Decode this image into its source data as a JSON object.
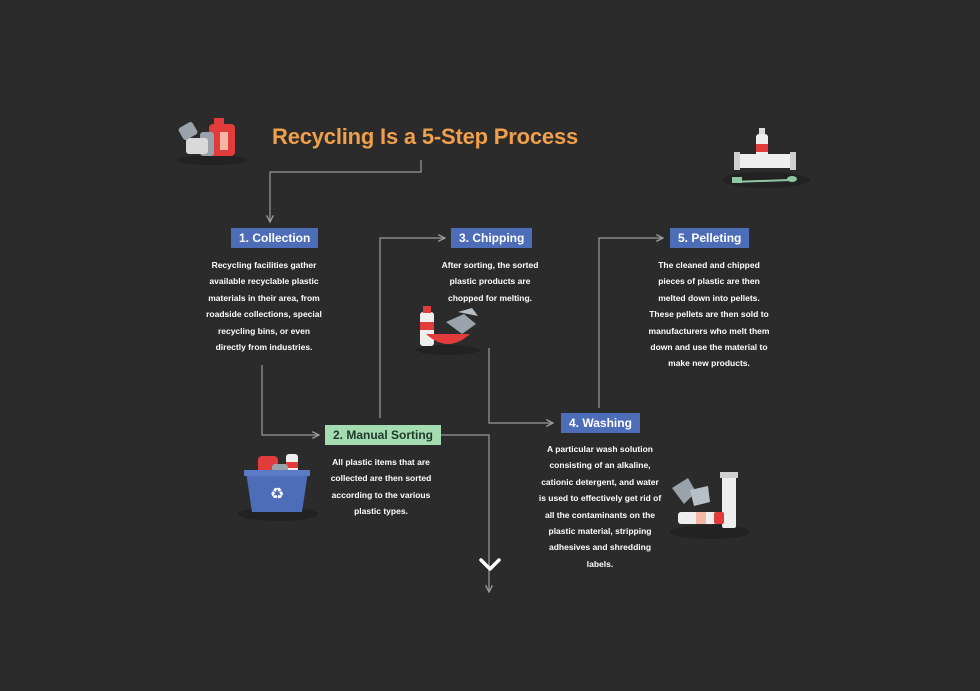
{
  "title": "Recycling Is a 5-Step Process",
  "colors": {
    "background": "#2b2b2b",
    "title": "#f0a04b",
    "step_blue": "#4d6db8",
    "step_green": "#a4dcb2",
    "connector": "#9a9a9a"
  },
  "steps": [
    {
      "label": "1. Collection",
      "description": "Recycling facilities gather available recyclable plastic materials in their area, from roadside collections, special recycling bins, or even directly from industries.",
      "icon": "plastic-bottles-icon"
    },
    {
      "label": "2. Manual Sorting",
      "description": "All plastic items that are collected are then sorted according to the various plastic types.",
      "icon": "recycling-bin-icon"
    },
    {
      "label": "3. Chipping",
      "description": "After sorting, the sorted plastic products are chopped for melting.",
      "icon": "plastic-bowl-icon"
    },
    {
      "label": "4. Washing",
      "description": "A particular wash solution consisting of an alkaline, cationic detergent, and water is used to effectively get rid of all the contaminants on the plastic material, stripping adhesives and shredding labels.",
      "icon": "plastic-pieces-icon"
    },
    {
      "label": "5. Pelleting",
      "description": "The cleaned and chipped pieces of plastic are then melted down into pellets. These pellets are then sold to manufacturers who melt them down and use the material to make new products.",
      "icon": "pipe-bottle-icon"
    }
  ]
}
